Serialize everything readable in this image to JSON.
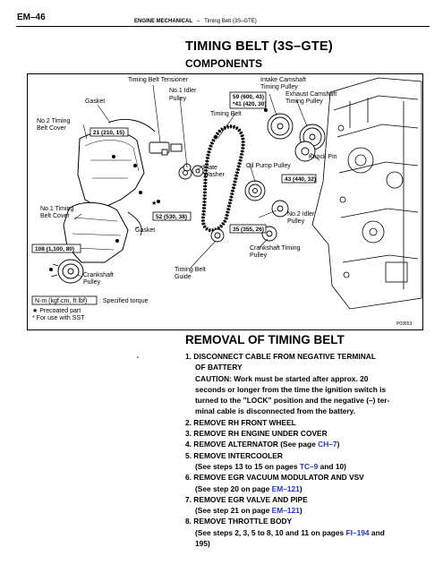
{
  "header": {
    "page_number": "EM–46",
    "section": "ENGINE MECHANICAL",
    "separator": "–",
    "subsection": "Timing Belt (3S–GTE)"
  },
  "title": "TIMING BELT (3S–GTE)",
  "subtitle": "COMPONENTS",
  "figure": {
    "labels": {
      "timing_belt_tensioner": "Timing Belt Tensioner",
      "gasket_top": "Gasket",
      "no1_idler_1": "No.1 Idler",
      "no1_idler_2": "Pulley",
      "intake_cam_1": "Intake Camshaft",
      "intake_cam_2": "Timing Pulley",
      "exhaust_cam_1": "Exhaust Camshaft",
      "exhaust_cam_2": "Timing Pulley",
      "timing_belt": "Timing Belt",
      "no2_cover_1": "No.2 Timing",
      "no2_cover_2": "Belt Cover",
      "knock_pin": "Knock Pin",
      "oil_pump_pulley": "Oil Pump Pulley",
      "plate_washer_1": "Plate",
      "plate_washer_2": "Washer",
      "no1_cover_1": "No.1 Timing",
      "no1_cover_2": "Belt Cover",
      "no2_idler_1": "No.2 Idler",
      "no2_idler_2": "Pulley",
      "gasket_bottom": "Gasket",
      "crank_timing_1": "Crankshaft Timing",
      "crank_timing_2": "Pulley",
      "crank_pulley_1": "Crankshaft",
      "crank_pulley_2": "Pulley",
      "guide_1": "Timing Belt",
      "guide_2": "Guide",
      "star": "★",
      "legend_torque_box": "N·m (kgf·cm, ft·lbf)",
      "legend_torque_text": ": Specified torque",
      "legend_precoated": "★ Precoated part",
      "legend_sst": "*  For use with SST",
      "fig_code": "P03653"
    },
    "torques": {
      "cam_a": "59 (600, 43)",
      "cam_b": "*41 (420, 30)",
      "cover": "21 (210, 15)",
      "oilpump": "43 (440, 32)",
      "idler1": "52 (530, 38)",
      "idler2": "35 (355, 26)",
      "crank": "108 (1,100, 80)"
    }
  },
  "removal": {
    "title": "REMOVAL OF TIMING BELT",
    "s1a": "1. DISCONNECT CABLE FROM NEGATIVE TERMINAL",
    "s1b": "OF BATTERY",
    "c1": "CAUTION: Work must be started after approx. 20",
    "c2": "seconds or longer from the time the ignition switch is",
    "c3": "turned to the ”LOCK” position and the negative (–) ter-",
    "c4": "minal cable is disconnected from the battery.",
    "s2": "2. REMOVE RH FRONT WHEEL",
    "s3": "3. REMOVE RH ENGINE UNDER COVER",
    "s4_pre": "4. REMOVE ALTERNATOR (See page ",
    "s4_link": "CH–7",
    "s4_post": ")",
    "s5": "5. REMOVE INTERCOOLER",
    "s5r_pre": "(See steps 13 to 15 on pages ",
    "s5r_link": "TC–9",
    "s5r_post": " and 10)",
    "s6": "6. REMOVE EGR VACUUM MODULATOR AND VSV",
    "s6r_pre": "(See step 20 on page ",
    "s6r_link": "EM–121",
    "s6r_post": ")",
    "s7": "7. REMOVE EGR VALVE AND PIPE",
    "s7r_pre": "(See step 21 on page ",
    "s7r_link": "EM–121",
    "s7r_post": ")",
    "s8": "8. REMOVE THROTTLE BODY",
    "s8r_pre": "(See steps 2, 3, 5 to 8, 10 and 11 on pages ",
    "s8r_link": "FI–194",
    "s8r_post": " and",
    "s8r_2": "195)"
  }
}
